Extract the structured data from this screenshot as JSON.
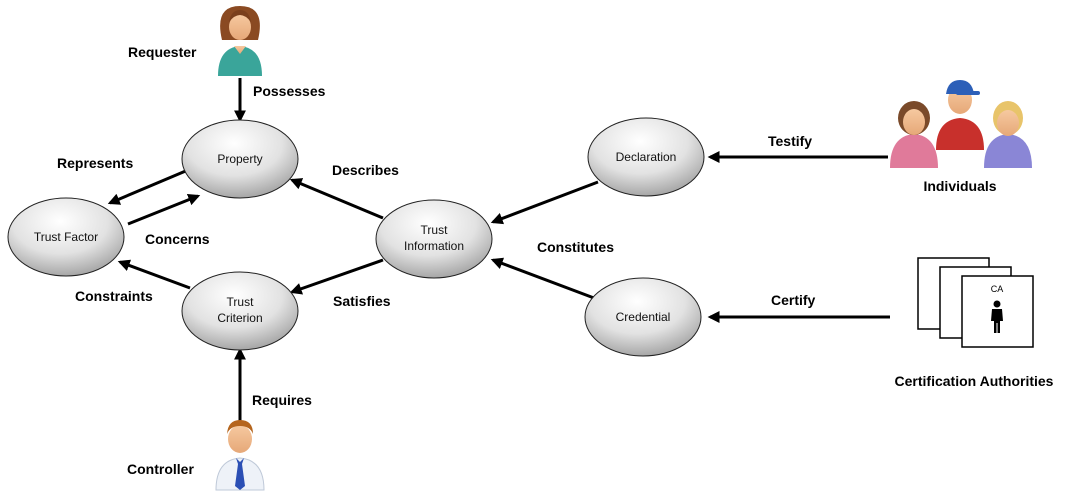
{
  "nodes": {
    "property": "Property",
    "trust_factor": "Trust Factor",
    "trust_information": [
      "Trust",
      "Information"
    ],
    "trust_criterion": [
      "Trust",
      "Criterion"
    ],
    "declaration": "Declaration",
    "credential": "Credential"
  },
  "edges": {
    "possesses": "Possesses",
    "represents": "Represents",
    "concerns": "Concerns",
    "describes": "Describes",
    "constraints": "Constraints",
    "satisfies": "Satisfies",
    "constitutes": "Constitutes",
    "testify": "Testify",
    "certify": "Certify",
    "requires": "Requires"
  },
  "actors": {
    "requester": "Requester",
    "controller": "Controller",
    "individuals": "Individuals",
    "certification_authorities": "Certification Authorities",
    "ca_badge": "CA"
  },
  "icons": {
    "requester": "woman-user-icon",
    "controller": "businessman-user-icon",
    "individuals": "group-users-icon",
    "certification_authorities": "certificate-stack-icon"
  },
  "colors": {
    "ellipse_light": "#ffffff",
    "ellipse_dark": "#a8a8a8",
    "arrow": "#000000"
  }
}
